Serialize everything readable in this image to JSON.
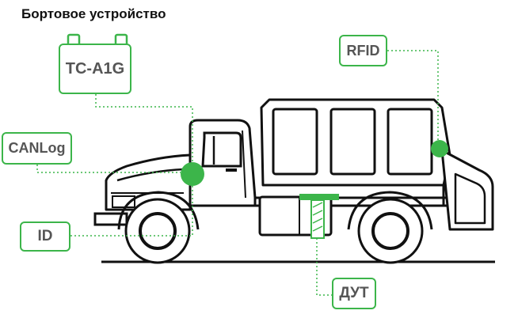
{
  "title": "Бортовое устройство",
  "labels": {
    "tca1g": "TC-A1G",
    "rfid": "RFID",
    "canlog": "CANLog",
    "id": "ID",
    "dut": "ДУТ"
  },
  "colors": {
    "accent": "#3cb54a",
    "outline": "#111111",
    "label_text": "#555555"
  }
}
